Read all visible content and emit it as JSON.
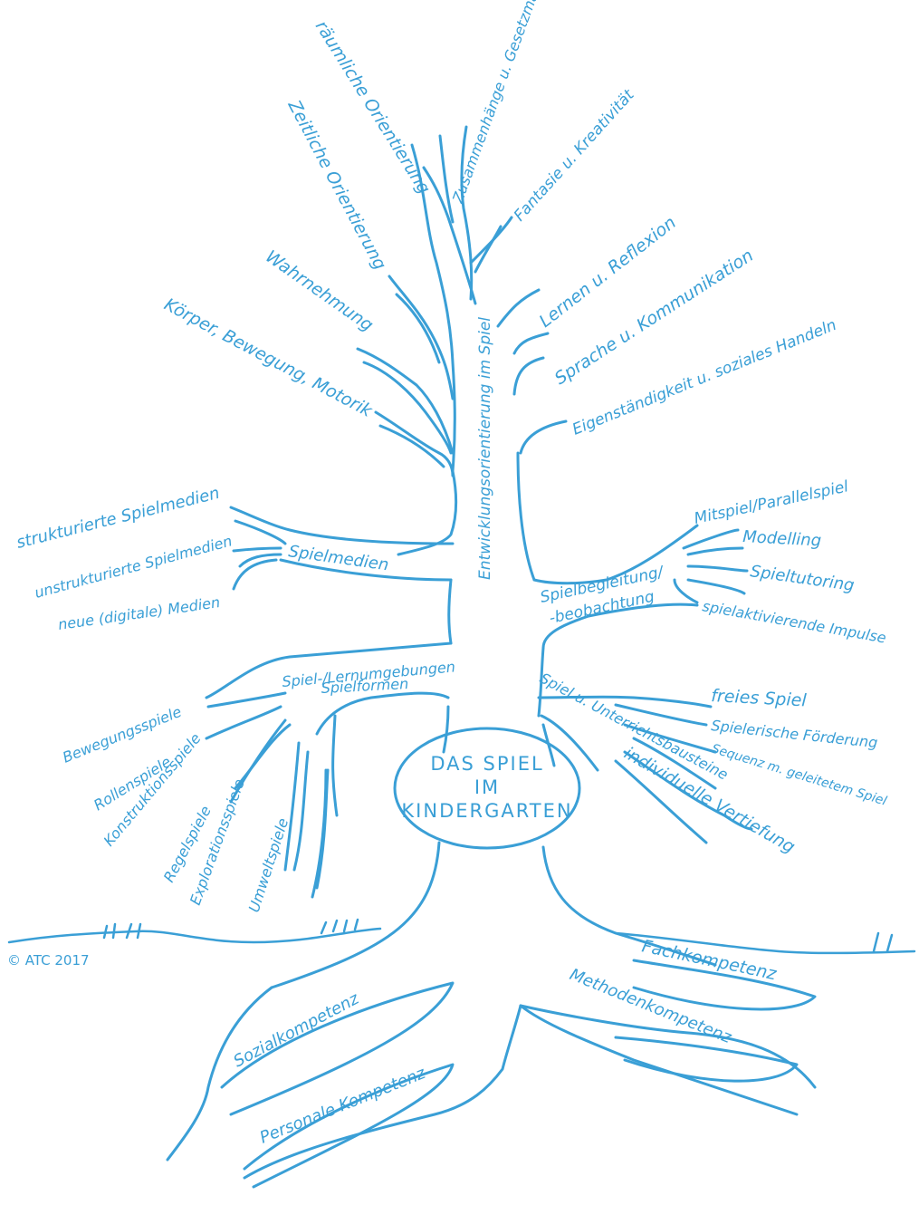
{
  "colors": {
    "ink": "#3a9fd6",
    "paper": "#ffffff"
  },
  "center": {
    "line1": "DAS SPIEL",
    "line2": "IM",
    "line3": "KINDERGARTEN"
  },
  "trunk_label": "Entwicklungsorientierung im Spiel",
  "crown": {
    "raeumliche": "räumliche Orientierung",
    "zusammenhaenge": "Zusammenhänge u. Gesetzmässigkeiten",
    "zeitliche": "Zeitliche Orientierung",
    "fantasie": "Fantasie u. Kreativität",
    "lernen": "Lernen u. Reflexion",
    "wahrnehmung": "Wahrnehmung",
    "sprache": "Sprache u. Kommunikation",
    "koerper": "Körper, Bewegung, Motorik",
    "eigen": "Eigenständigkeit u. soziales Handeln"
  },
  "spielmedien": {
    "label": "Spielmedien",
    "items": [
      "strukturierte Spielmedien",
      "unstrukturierte Spielmedien",
      "neue (digitale) Medien"
    ]
  },
  "spielbegleitung": {
    "label1": "Spielbegleitung/",
    "label2": "-beobachtung",
    "items": [
      "Mitspiel/Parallelspiel",
      "Modelling",
      "Spieltutoring",
      "spielaktivierende Impulse"
    ]
  },
  "spielformen": {
    "label1": "Spiel-/Lernumgebungen",
    "label2": "Spielformen",
    "items": [
      "Bewegungsspiele",
      "Rollenspiele",
      "Konstruktionsspiele",
      "Regelspiele",
      "Explorationsspiele",
      "Umweltspiele"
    ]
  },
  "unterricht": {
    "label": "Spiel u. Unterrichtsbausteine",
    "items": [
      "freies Spiel",
      "Spielerische Förderung",
      "Sequenz m. geleitetem Spiel",
      "individuelle Vertiefung"
    ]
  },
  "roots": {
    "fach": "Fachkompetenz",
    "methoden": "Methodenkompetenz",
    "sozial": "Sozialkompetenz",
    "personal": "Personale Kompetenz"
  },
  "copyright": "© ATC 2017"
}
